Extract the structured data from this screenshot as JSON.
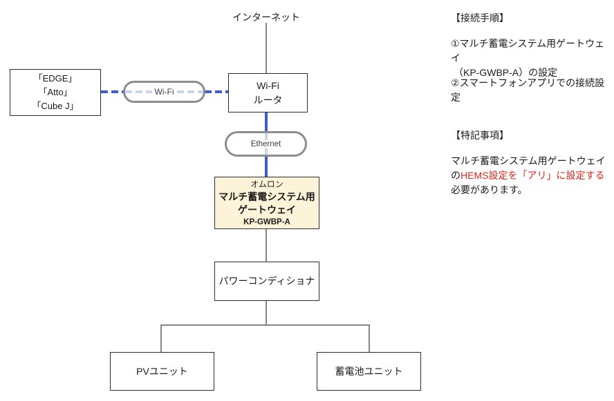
{
  "diagram": {
    "internet_label": "インターネット",
    "devices_box": {
      "lines": [
        "「EDGE」",
        "「Atto」",
        "「Cube J」"
      ]
    },
    "wifi_pill_label": "Wi-Fi",
    "router_box": {
      "line1": "Wi-Fi",
      "line2": "ルータ"
    },
    "ethernet_pill_label": "Ethernet",
    "gateway_box": {
      "brand": "オムロン",
      "name_line1": "マルチ蓄電システム用",
      "name_line2": "ゲートウェイ",
      "model": "KP-GWBP-A"
    },
    "power_conditioner_label": "パワーコンディショナ",
    "pv_unit_label": "PVユニット",
    "battery_unit_label": "蓄電池ユニット"
  },
  "side_panel": {
    "procedure_heading": "【接続手順】",
    "step1_line1": "①マルチ蓄電システム用ゲートウェイ",
    "step1_line2": "（KP-GWBP-A）の設定",
    "step2": "②スマートフォンアプリでの接続設定",
    "notes_heading": "【特記事項】",
    "note_line1": "マルチ蓄電システム用ゲートウェイの",
    "note_red": "HEMS設定を「アリ」に設定する",
    "note_after_red": "必",
    "note_line3": "要があります。"
  },
  "colors": {
    "connection_blue": "#3b5bdb",
    "connection_blue_light": "#c9d4f1",
    "connector_gray": "#858585",
    "pill_border_gray": "#8c8c8c",
    "gateway_fill": "#fdf3d9",
    "note_red": "#e2231a"
  }
}
